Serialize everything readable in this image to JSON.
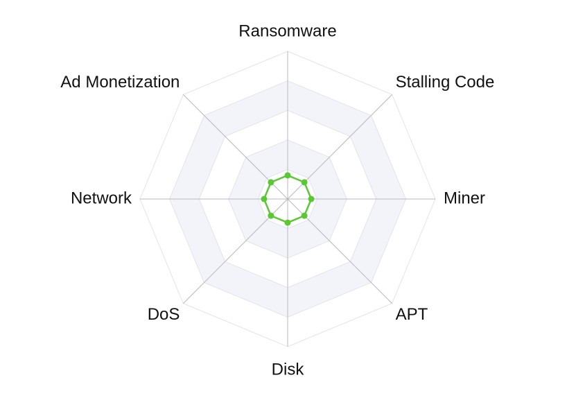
{
  "chart_data": {
    "type": "radar",
    "title": "",
    "categories": [
      "Ransomware",
      "Stalling Code",
      "Miner",
      "APT",
      "Disk",
      "DoS",
      "Network",
      "Ad Monetization"
    ],
    "series": [
      {
        "values": [
          0.8,
          0.8,
          0.8,
          0.8,
          0.8,
          0.8,
          0.8,
          0.8
        ],
        "color": "#5ac832"
      }
    ],
    "rlim": [
      0,
      5
    ],
    "levels": 5,
    "grid": true,
    "colors": {
      "band_fill": "#f3f4fa",
      "ring_stroke": "#e2e4ec",
      "spoke_stroke": "#b8b8bc",
      "label_text": "#111111"
    }
  }
}
